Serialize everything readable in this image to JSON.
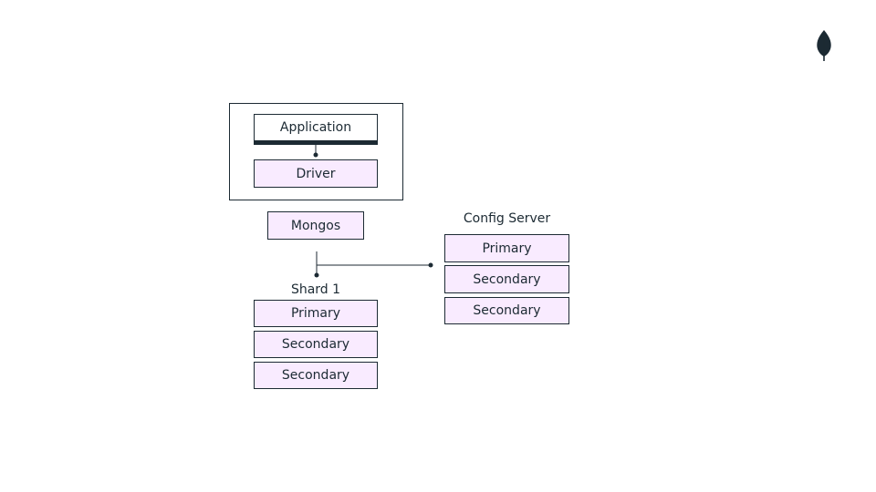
{
  "diagram": {
    "client_group": {
      "application_label": "Application",
      "driver_label": "Driver"
    },
    "router": {
      "label": "Mongos"
    },
    "shard": {
      "title": "Shard 1",
      "members": [
        "Primary",
        "Secondary",
        "Secondary"
      ]
    },
    "config_server": {
      "title": "Config Server",
      "members": [
        "Primary",
        "Secondary",
        "Secondary"
      ]
    }
  },
  "logo": {
    "icon": "leaf-icon",
    "color": "#1c2a33"
  },
  "colors": {
    "node_fill": "#f9ebff",
    "stroke": "#1c2a33"
  }
}
